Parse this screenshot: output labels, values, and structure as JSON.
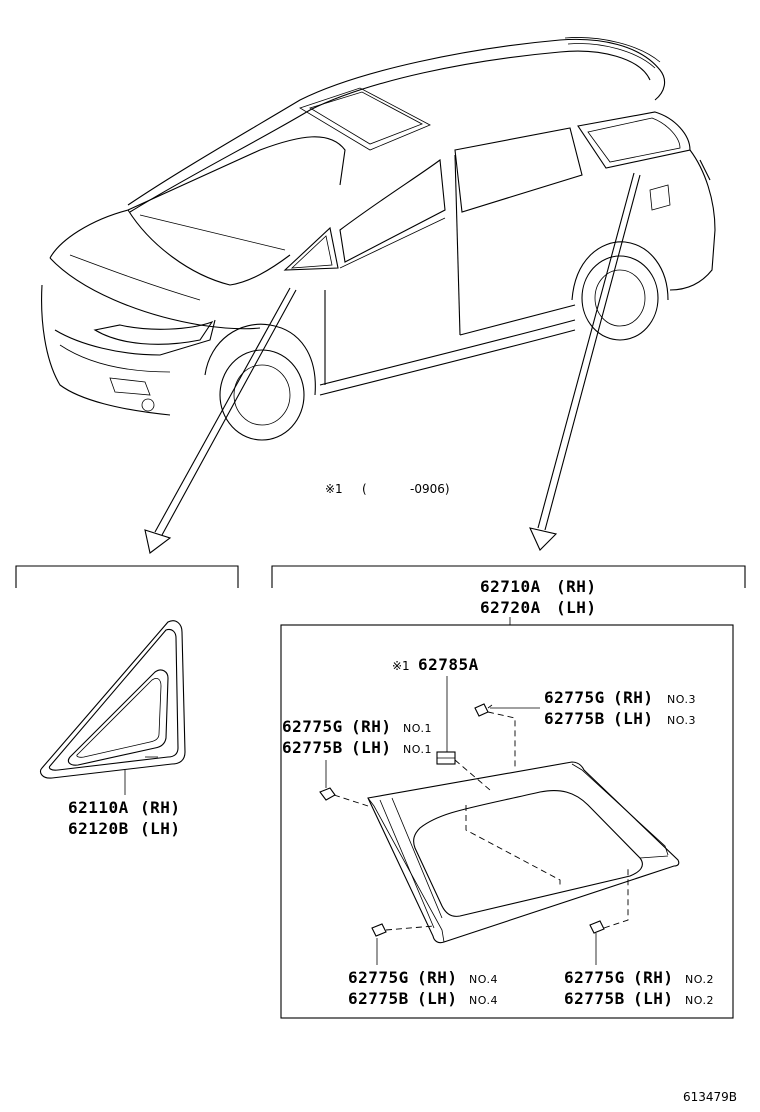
{
  "footnote": {
    "mark": "※1",
    "open": "(",
    "range": "-0906)"
  },
  "left_part": {
    "rh": "62110A",
    "rh_side": "(RH)",
    "lh": "62120B",
    "lh_side": "(LH)"
  },
  "right_part": {
    "rh": "62710A",
    "rh_side": "(RH)",
    "lh": "62720A",
    "lh_side": "(LH)"
  },
  "labels": {
    "center_mark": "※1",
    "center_part": "62785A",
    "no3_a": "62775G",
    "no3_a_side": "(RH)",
    "no3_a_tag": "NO.3",
    "no3_b": "62775B",
    "no3_b_side": "(LH)",
    "no3_b_tag": "NO.3",
    "no1_a": "62775G",
    "no1_a_side": "(RH)",
    "no1_a_tag": "NO.1",
    "no1_b": "62775B",
    "no1_b_side": "(LH)",
    "no1_b_tag": "NO.1",
    "no4_a": "62775G",
    "no4_a_side": "(RH)",
    "no4_a_tag": "NO.4",
    "no4_b": "62775B",
    "no4_b_side": "(LH)",
    "no4_b_tag": "NO.4",
    "no2_a": "62775G",
    "no2_a_side": "(RH)",
    "no2_a_tag": "NO.2",
    "no2_b": "62775B",
    "no2_b_side": "(LH)",
    "no2_b_tag": "NO.2"
  },
  "figure_id": "613479B"
}
